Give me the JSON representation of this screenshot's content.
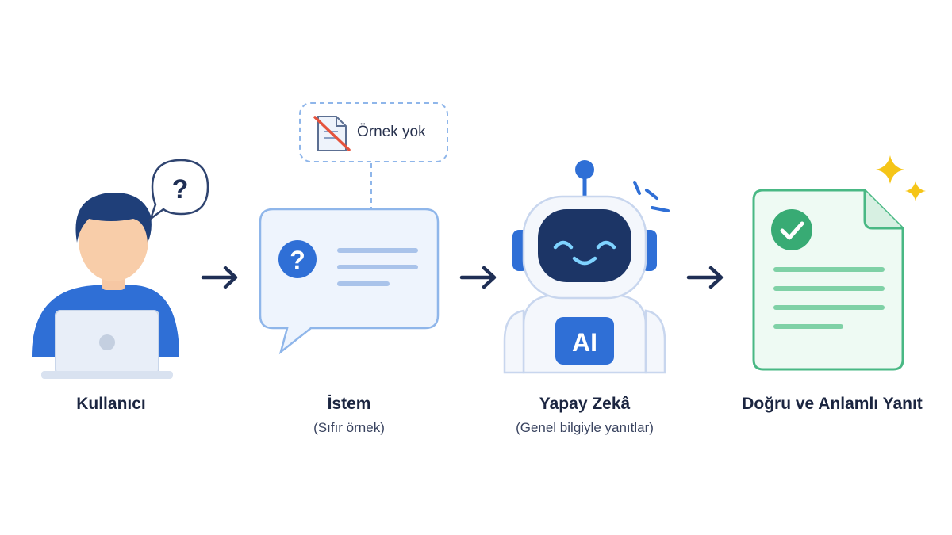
{
  "steps": [
    {
      "title": "Kullanıcı",
      "subtitle": ""
    },
    {
      "title": "İstem",
      "subtitle": "(Sıfır örnek)"
    },
    {
      "title": "Yapay Zekâ",
      "subtitle": "(Genel bilgiyle yanıtlar)"
    },
    {
      "title": "Doğru ve Anlamlı Yanıt",
      "subtitle": ""
    }
  ],
  "no_example_note": "Örnek yok",
  "question_mark": "?",
  "robot_badge": "AI",
  "icons": [
    "user-icon",
    "laptop-icon",
    "question-bubble-icon",
    "no-document-icon",
    "chat-prompt-icon",
    "robot-icon",
    "checked-document-icon",
    "sparkle-icon",
    "arrow-right-icon"
  ],
  "colors": {
    "primary_blue": "#2f6fd6",
    "dark_navy": "#1f2f55",
    "light_blue_fill": "#eef4fd",
    "bubble_stroke": "#8fb6ea",
    "green": "#3ab07a",
    "green_fill": "#eefaf3",
    "sparkle": "#f5c518"
  }
}
